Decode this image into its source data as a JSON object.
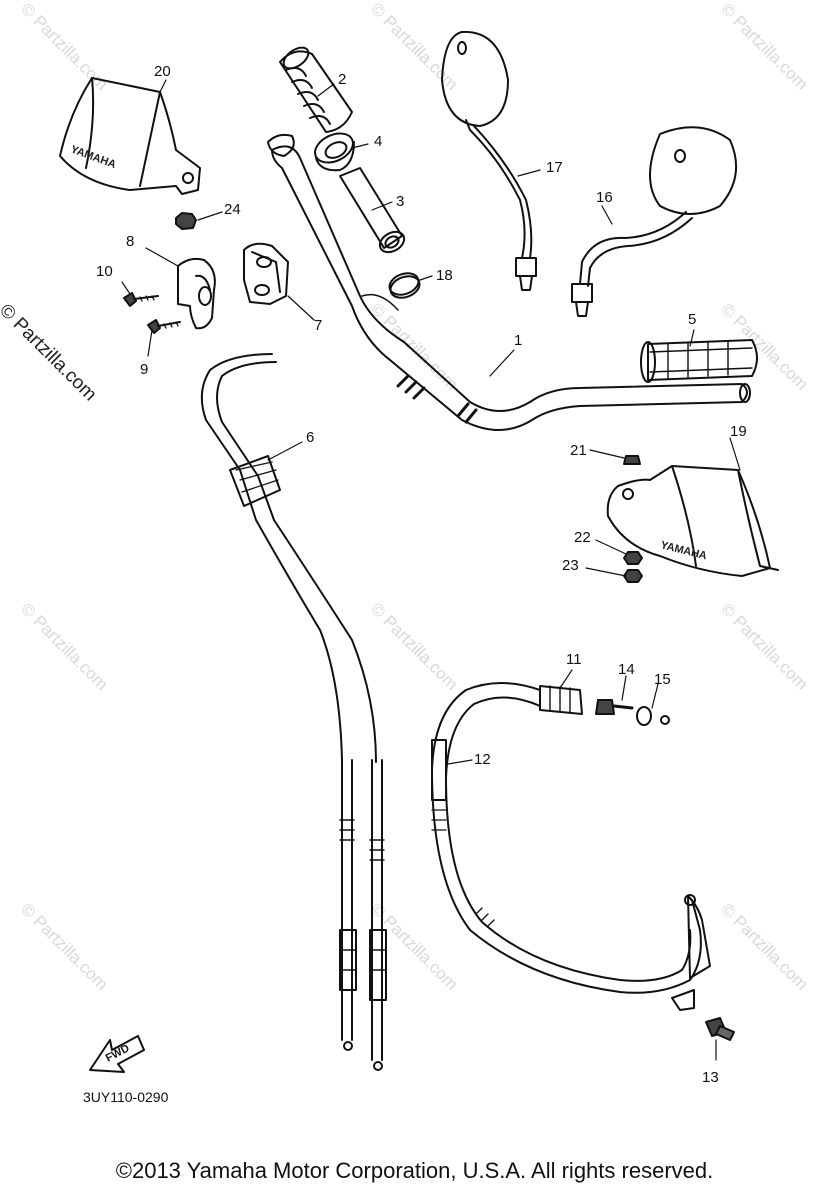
{
  "watermark": "© Partzilla.com",
  "side_watermark": "© Partzilla.com",
  "brand_text": "YAMAHA",
  "fwd_label": "FWD",
  "diagram_code": "3UY110-0290",
  "copyright": "©2013 Yamaha Motor Corporation, U.S.A. All rights reserved.",
  "callouts": [
    {
      "id": "1",
      "label": "1"
    },
    {
      "id": "2",
      "label": "2"
    },
    {
      "id": "3",
      "label": "3"
    },
    {
      "id": "4",
      "label": "4"
    },
    {
      "id": "5",
      "label": "5"
    },
    {
      "id": "6",
      "label": "6"
    },
    {
      "id": "7",
      "label": "7"
    },
    {
      "id": "8",
      "label": "8"
    },
    {
      "id": "9",
      "label": "9"
    },
    {
      "id": "10",
      "label": "10"
    },
    {
      "id": "11",
      "label": "11"
    },
    {
      "id": "12",
      "label": "12"
    },
    {
      "id": "13",
      "label": "13"
    },
    {
      "id": "14",
      "label": "14"
    },
    {
      "id": "15",
      "label": "15"
    },
    {
      "id": "16",
      "label": "16"
    },
    {
      "id": "17",
      "label": "17"
    },
    {
      "id": "18",
      "label": "18"
    },
    {
      "id": "19",
      "label": "19"
    },
    {
      "id": "20",
      "label": "20"
    },
    {
      "id": "21",
      "label": "21"
    },
    {
      "id": "22",
      "label": "22"
    },
    {
      "id": "23",
      "label": "23"
    },
    {
      "id": "24",
      "label": "24"
    }
  ]
}
